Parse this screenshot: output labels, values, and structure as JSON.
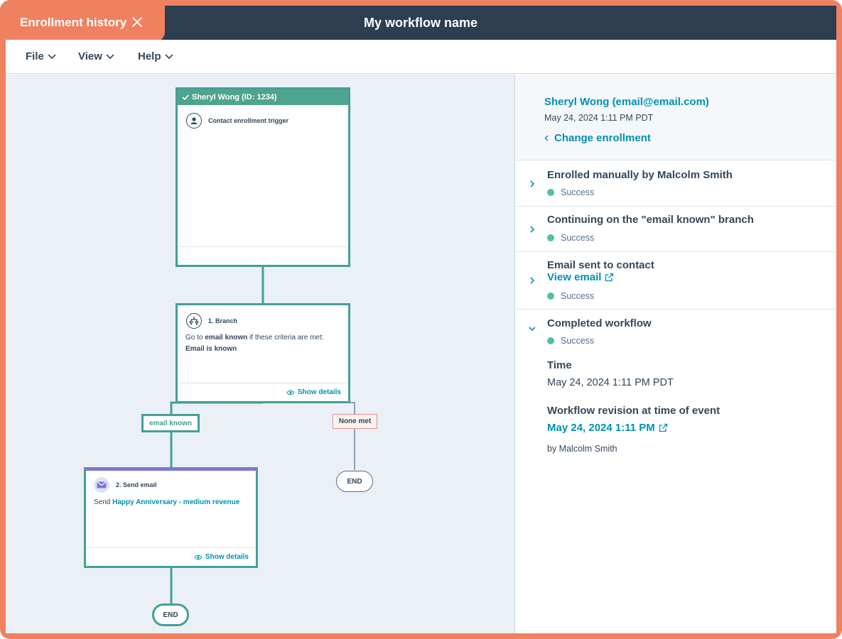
{
  "app": {
    "enrollment_tab_label": "Enrollment history",
    "workflow_title": "My workflow name"
  },
  "menu": {
    "items": [
      {
        "label": "File"
      },
      {
        "label": "View"
      },
      {
        "label": "Help"
      }
    ]
  },
  "canvas": {
    "trigger_card": {
      "header": "Sheryl Wong (ID: 1234)",
      "trigger_label": "Contact enrollment trigger"
    },
    "branch_card": {
      "title": "1. Branch",
      "text_prefix": "Go to ",
      "text_branch": "email known",
      "text_suffix": " if these criteria are met:",
      "criteria": "Email is known",
      "footer": "Show details"
    },
    "branch_email_known_label": "email known",
    "branch_none_met_label": "None met",
    "email_card": {
      "title": "2. Send email",
      "text_prefix": "Send ",
      "email_name": "Happy Anniversary - medium revenue",
      "footer": "Show details"
    },
    "end_label": "END"
  },
  "panel": {
    "contact_name": "Sheryl Wong (email@email.com)",
    "contact_date": "May 24, 2024 1:11 PM PDT",
    "change_enrollment": "Change enrollment",
    "events": [
      {
        "title": "Enrolled manually by Malcolm Smith",
        "status": "Success"
      },
      {
        "title": "Continuing on the \"email known\" branch",
        "status": "Success"
      },
      {
        "title": "Email sent to contact",
        "link": "View email",
        "status": "Success"
      },
      {
        "title": "Completed workflow",
        "status": "Success"
      }
    ],
    "details": {
      "time_label": "Time",
      "time_value": "May 24, 2024 1:11 PM PDT",
      "revision_label": "Workflow revision at time of event",
      "revision_link": "May 24, 2024 1:11 PM",
      "revision_by": "by Malcolm Smith"
    }
  },
  "colors": {
    "accent_orange": "#ef8160",
    "topbar_navy": "#2d3e50",
    "teal_border": "#45a096",
    "link_teal": "#0091ae",
    "success_green": "#4fbfa6",
    "none_met_red": "#e28e8e",
    "email_purple": "#7c78d4"
  },
  "icons": [
    "close-icon",
    "chevron-down-icon",
    "checkmark-icon",
    "contact-icon",
    "branch-icon",
    "email-icon",
    "eye-icon",
    "chevron-left-icon",
    "chevron-right-icon",
    "external-link-icon"
  ]
}
